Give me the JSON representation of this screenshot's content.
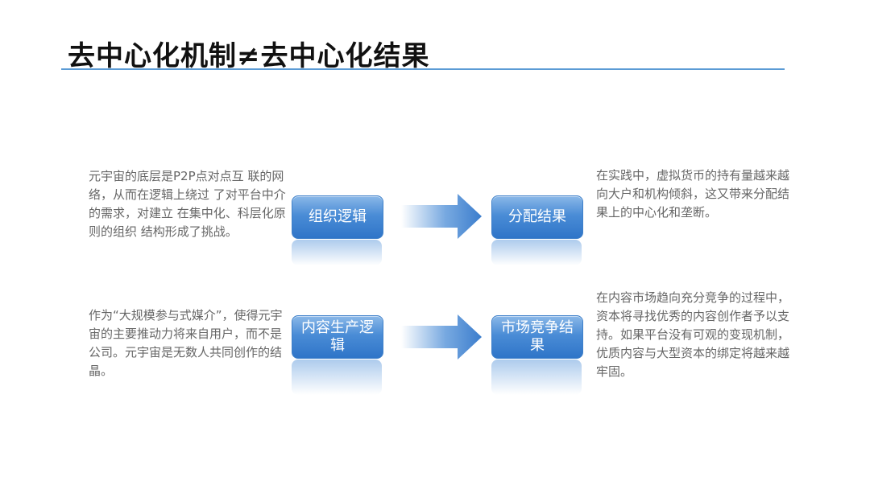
{
  "title": "去中心化机制≠去中心化结果",
  "rows": [
    {
      "left_text": "元宇宙的底层是P2P点对点互 联的网络，从而在逻辑上绕过 了对平台中介的需求，对建立 在集中化、科层化原则的组织 结构形成了挑战。",
      "left_box": "组织逻辑",
      "right_box": "分配结果",
      "right_text": "在实践中，虚拟货币的持有量越来越向大户和机构倾斜，这又带来分配结果上的中心化和垄断。"
    },
    {
      "left_text": "作为“大规模参与式媒介”，使得元宇宙的主要推动力将来自用户，而不是公司。元宇宙是无数人共同创作的结晶。",
      "left_box": "内容生产逻辑",
      "right_box": "市场竞争结果",
      "right_text": "在内容市场趋向充分竞争的过程中，资本将寻找优秀的内容创作者予以支持。如果平台没有可观的变现机制，优质内容与大型资本的绑定将越来越牢固。"
    }
  ],
  "colors": {
    "accent": "#5b9bd5",
    "box_top": "#8ab8e8",
    "box_bottom": "#2f75c8",
    "text_gray": "#666666"
  }
}
